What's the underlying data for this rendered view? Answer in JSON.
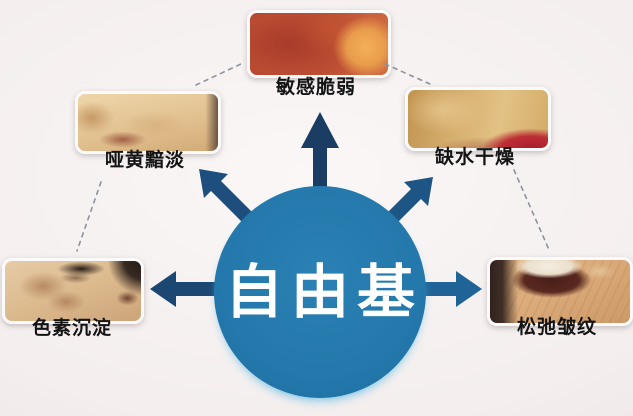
{
  "diagram": {
    "center": {
      "label": "自由基"
    },
    "nodes": [
      {
        "id": "sensitive",
        "label": "敏感脆弱",
        "position": "top"
      },
      {
        "id": "dull",
        "label": "哑黄黯淡",
        "position": "upper-left"
      },
      {
        "id": "dry",
        "label": "缺水干燥",
        "position": "upper-right"
      },
      {
        "id": "pigment",
        "label": "色素沉淀",
        "position": "lower-left"
      },
      {
        "id": "wrinkle",
        "label": "松弛皱纹",
        "position": "lower-right"
      }
    ]
  },
  "colors": {
    "background": "#f3edee",
    "circle": "#2478ab",
    "center_text": "#ffffff",
    "arrow_up": "#1b3c63",
    "arrow_upper_left": "#1d4e7d",
    "arrow_upper_right": "#1d5685",
    "arrow_left": "#1c4773",
    "arrow_right": "#1f6397",
    "dash": "#8d929c",
    "label_text": "#141414"
  }
}
